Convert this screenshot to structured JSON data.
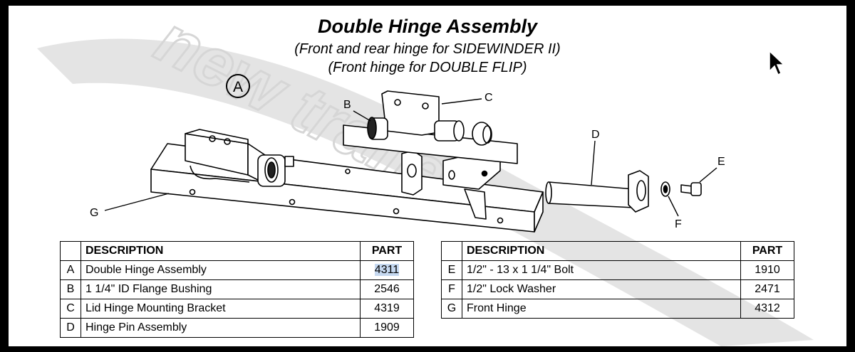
{
  "title": {
    "main": "Double Hinge Assembly",
    "line2": "(Front and rear hinge for SIDEWINDER II)",
    "line3": "(Front hinge for DOUBLE FLIP)"
  },
  "watermark": {
    "text": "new trailers"
  },
  "callouts": {
    "A": "A",
    "B": "B",
    "C": "C",
    "D": "D",
    "E": "E",
    "F": "F",
    "G": "G"
  },
  "tables": {
    "left": {
      "headers": {
        "description": "DESCRIPTION",
        "part": "PART"
      },
      "rows": [
        {
          "letter": "A",
          "description": "Double Hinge Assembly",
          "part": "4311"
        },
        {
          "letter": "B",
          "description": "1 1/4\" ID Flange Bushing",
          "part": "2546"
        },
        {
          "letter": "C",
          "description": "Lid Hinge Mounting Bracket",
          "part": "4319"
        },
        {
          "letter": "D",
          "description": "Hinge Pin Assembly",
          "part": "1909"
        }
      ]
    },
    "right": {
      "headers": {
        "description": "DESCRIPTION",
        "part": "PART"
      },
      "rows": [
        {
          "letter": "E",
          "description": "1/2\" - 13 x 1 1/4\" Bolt",
          "part": "1910"
        },
        {
          "letter": "F",
          "description": "1/2\" Lock Washer",
          "part": "2471"
        },
        {
          "letter": "G",
          "description": "Front Hinge",
          "part": "4312"
        }
      ]
    }
  },
  "colors": {
    "selection": "#c5d8f0",
    "watermark": "#d6d6d6"
  },
  "cursor": {
    "icon": "arrow-pointer-icon"
  }
}
